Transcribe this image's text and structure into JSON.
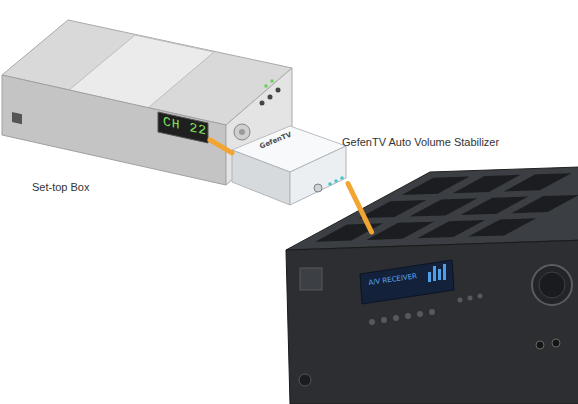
{
  "diagram": {
    "nodes": [
      {
        "text": [
          "Set-top Box",
          "CH 22"
        ]
      },
      {
        "text": [
          "GefenTV Auto Volume Stabilizer",
          "GefenTV"
        ]
      },
      {
        "text": [
          "A/V RECEIVER"
        ]
      }
    ],
    "edges": [
      {
        "from": 0,
        "to": 1,
        "arrow": "none"
      },
      {
        "from": 1,
        "to": 2,
        "arrow": "none"
      }
    ]
  }
}
